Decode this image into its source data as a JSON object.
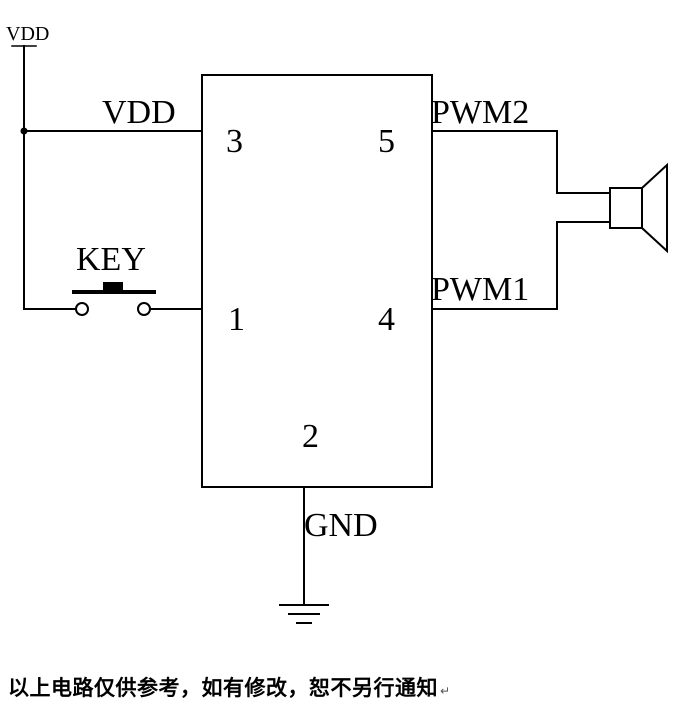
{
  "labels": {
    "vdd_rail": "VDD",
    "vdd_net": "VDD",
    "key": "KEY",
    "pwm2": "PWM2",
    "pwm1": "PWM1",
    "gnd": "GND"
  },
  "pins": {
    "pin3": "3",
    "pin5": "5",
    "pin1": "1",
    "pin4": "4",
    "pin2": "2"
  },
  "note": "以上电路仅供参考，如有修改，恕不另行通知",
  "return_mark": "↵"
}
